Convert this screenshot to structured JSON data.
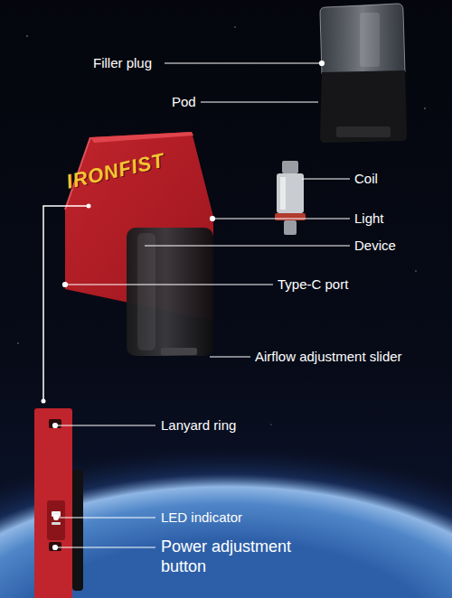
{
  "diagram": {
    "labels": [
      "Filler plug",
      "Pod",
      "Coil",
      "Light",
      "IRONFIST",
      "Device",
      "Type-C port",
      "Airflow adjustment slider",
      "Lanyard ring",
      "LED indicator",
      "Power adjustment button"
    ]
  }
}
